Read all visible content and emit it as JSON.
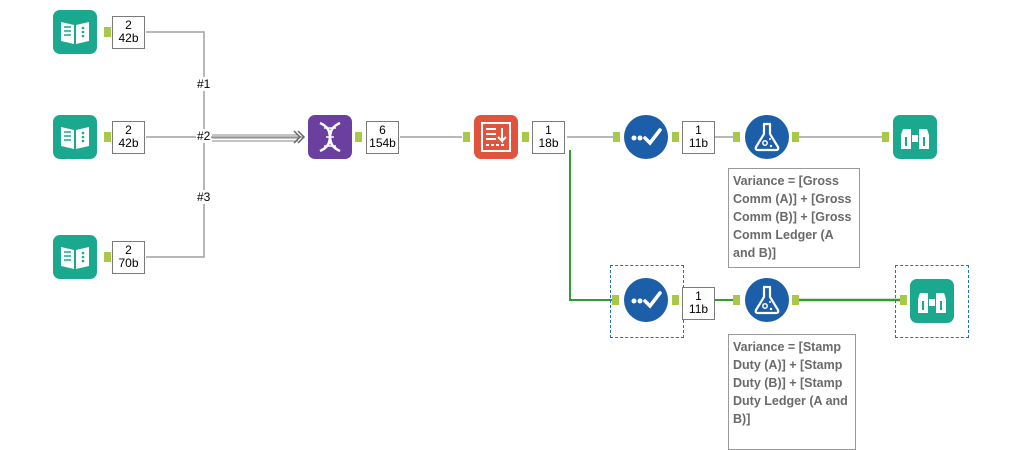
{
  "inputs": [
    {
      "records": "2",
      "size": "42b"
    },
    {
      "records": "2",
      "size": "42b"
    },
    {
      "records": "2",
      "size": "70b"
    }
  ],
  "union_labels": [
    "#1",
    "#2",
    "#3"
  ],
  "union": {
    "records": "6",
    "size": "154b"
  },
  "sort": {
    "records": "1",
    "size": "18b"
  },
  "filter_top": {
    "records": "1",
    "size": "11b"
  },
  "filter_bottom": {
    "records": "1",
    "size": "11b"
  },
  "formula_top_annotation": "Variance = [Gross Comm (A)] + [Gross Comm (B)] + [Gross Comm Ledger (A and B)]",
  "formula_bottom_annotation": "Variance = [Stamp Duty (A)] + [Stamp Duty (B)] + [Stamp Duty Ledger (A and B)]",
  "icons": {
    "input": "book-input-icon",
    "union": "dna-union-icon",
    "sort": "sort-icon",
    "filter": "filter-check-icon",
    "formula": "flask-formula-icon",
    "browse": "binoculars-icon"
  },
  "colors": {
    "input_tool": "#1aa88f",
    "union_tool": "#6b3fa0",
    "sort_tool": "#e0533c",
    "filter_tool": "#1c5ea8",
    "formula_tool": "#1c5ea8",
    "browse_tool": "#1aa88f",
    "connection": "#a0a0a0",
    "active_connection": "#2e9e2e",
    "anchor": "#a8c84a"
  }
}
